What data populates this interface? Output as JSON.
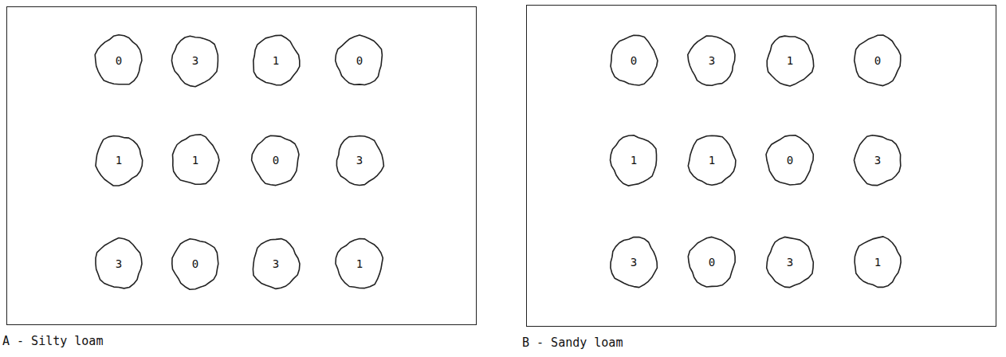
{
  "diagram": {
    "nodes": [
      {
        "text": [
          "A - Silty loam"
        ]
      },
      {
        "text": [
          "0"
        ],
        "in": 0
      },
      {
        "text": [
          "3"
        ],
        "in": 0
      },
      {
        "text": [
          "1"
        ],
        "in": 0
      },
      {
        "text": [
          "0"
        ],
        "in": 0
      },
      {
        "text": [
          "1"
        ],
        "in": 0
      },
      {
        "text": [
          "1"
        ],
        "in": 0
      },
      {
        "text": [
          "0"
        ],
        "in": 0
      },
      {
        "text": [
          "3"
        ],
        "in": 0
      },
      {
        "text": [
          "3"
        ],
        "in": 0
      },
      {
        "text": [
          "0"
        ],
        "in": 0
      },
      {
        "text": [
          "3"
        ],
        "in": 0
      },
      {
        "text": [
          "1"
        ],
        "in": 0
      },
      {
        "text": [
          "B - Sandy loam"
        ]
      },
      {
        "text": [
          "0"
        ],
        "in": 13
      },
      {
        "text": [
          "3"
        ],
        "in": 13
      },
      {
        "text": [
          "1"
        ],
        "in": 13
      },
      {
        "text": [
          "0"
        ],
        "in": 13
      },
      {
        "text": [
          "1"
        ],
        "in": 13
      },
      {
        "text": [
          "1"
        ],
        "in": 13
      },
      {
        "text": [
          "0"
        ],
        "in": 13
      },
      {
        "text": [
          "3"
        ],
        "in": 13
      },
      {
        "text": [
          "3"
        ],
        "in": 13
      },
      {
        "text": [
          "0"
        ],
        "in": 13
      },
      {
        "text": [
          "3"
        ],
        "in": 13
      },
      {
        "text": [
          "1"
        ],
        "in": 13
      }
    ]
  }
}
